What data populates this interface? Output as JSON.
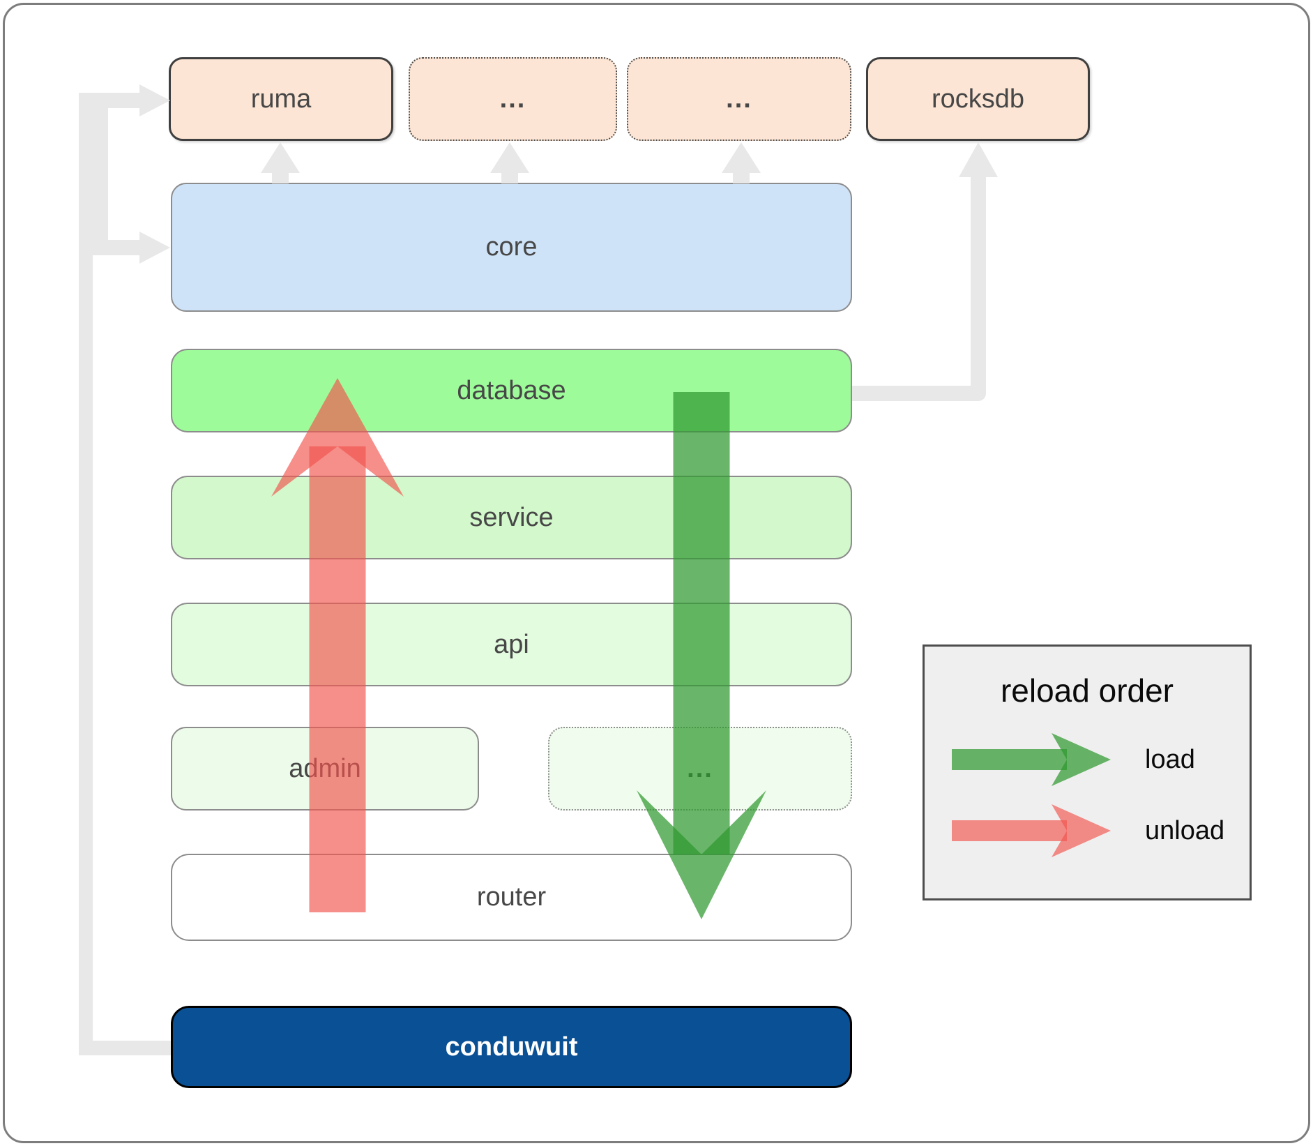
{
  "diagram": {
    "nodes": {
      "ruma": "ruma",
      "crates_top_1": "...",
      "crates_top_2": "...",
      "rocksdb": "rocksdb",
      "core": "core",
      "database": "database",
      "service": "service",
      "api": "api",
      "admin": "admin",
      "crates_admin": "...",
      "router": "router",
      "conduwuit": "conduwuit"
    },
    "colors": {
      "dependency_box": "#fce5d4",
      "core_box": "#cfe3f8",
      "database_box": "#9efb9a",
      "service_box": "#d3f8cc",
      "api_box": "#e3fbde",
      "admin_box": "#edfcea",
      "router_box": "#ffffff",
      "conduwuit_box": "#0a5094",
      "connector_gray": "#e8e8e8",
      "load_arrow_green": "#2f992f",
      "unload_arrow_red": "#f2534d"
    },
    "legend": {
      "title": "reload order",
      "items": [
        {
          "label": "load",
          "color": "#2f992f"
        },
        {
          "label": "unload",
          "color": "#f2534d"
        }
      ]
    }
  }
}
